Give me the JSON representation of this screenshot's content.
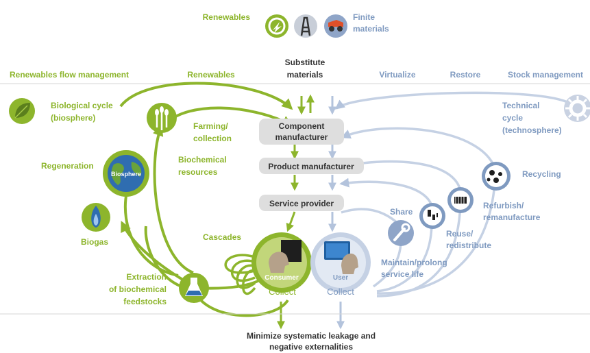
{
  "legend": {
    "renewables": "Renewables",
    "finite_line1": "Finite",
    "finite_line2": "materials"
  },
  "columns": {
    "renewables_flow": "Renewables flow management",
    "renewables": "Renewables",
    "substitute_line1": "Substitute",
    "substitute_line2": "materials",
    "virtualize": "Virtualize",
    "restore": "Restore",
    "stock": "Stock management"
  },
  "bio": {
    "cycle_line1": "Biological cycle",
    "cycle_line2": "(biosphere)",
    "farming_line1": "Farming/",
    "farming_line2": "collection",
    "biochem_line1": "Biochemical",
    "biochem_line2": "resources",
    "regeneration": "Regeneration",
    "biosphere": "Biosphere",
    "biogas": "Biogas",
    "cascades": "Cascades",
    "extraction_line1": "Extraction",
    "extraction_line2": "of biochemical",
    "extraction_line3": "feedstocks"
  },
  "chain": {
    "component_line1": "Component",
    "component_line2": "manufacturer",
    "product": "Product manufacturer",
    "service": "Service provider"
  },
  "tech": {
    "cycle_line1": "Technical",
    "cycle_line2": "cycle",
    "cycle_line3": "(technosphere)",
    "recycling": "Recycling",
    "refurbish_line1": "Refurbish/",
    "refurbish_line2": "remanufacture",
    "reuse_line1": "Reuse/",
    "reuse_line2": "redistribute",
    "share": "Share",
    "maintain_line1": "Maintain/prolong",
    "maintain_line2": "service life"
  },
  "center": {
    "consumer": "Consumer",
    "user": "User",
    "collect_left": "Collect",
    "collect_right": "Collect"
  },
  "footer": {
    "line1": "Minimize systematic leakage and",
    "line2": "negative externalities"
  },
  "colors": {
    "green": "#8db52c",
    "blue": "#7f9ac0",
    "light_blue": "#c5d1e4",
    "box_gray": "#dedede"
  }
}
